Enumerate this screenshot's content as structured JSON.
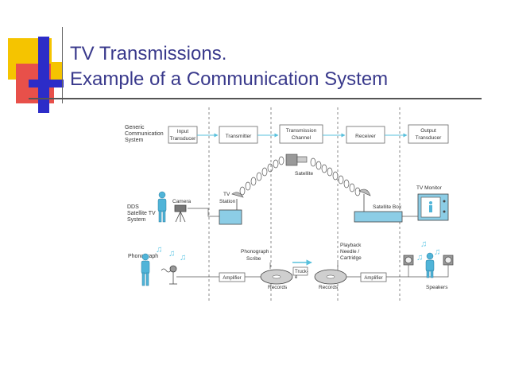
{
  "slide": {
    "title_line1": "TV Transmissions.",
    "title_line2": "Example of a Communication System"
  },
  "colors": {
    "title": "#3a3a8c",
    "deco_yellow": "#f5c400",
    "deco_red": "#e8504a",
    "deco_blue": "#2c2cc8",
    "rule": "#555555",
    "flow_arrow": "#58c0dc",
    "equipment_fill": "#8ccde6",
    "person_fill": "#50b4d8",
    "note_fill": "#64c8e6",
    "record_fill": "#cfcfcf"
  },
  "diagram": {
    "row1": {
      "label": [
        "Generic",
        "Communication",
        "System"
      ],
      "boxes": [
        [
          "Input",
          "Transducer"
        ],
        [
          "Transmitter"
        ],
        [
          "Transmission",
          "Channel"
        ],
        [
          "Receiver"
        ],
        [
          "Output",
          "Transducer"
        ]
      ]
    },
    "row2": {
      "label": [
        "DDS",
        "Satellite TV",
        "System"
      ],
      "satellite": "Satellite",
      "camera": "Camera",
      "tv_station": [
        "TV",
        "Station"
      ],
      "satellite_box": "Satellite Box",
      "tv_monitor": "TV Monitor"
    },
    "row3": {
      "label": "Phonograph",
      "phonograph_scribe": [
        "Phonograph",
        "Scribe"
      ],
      "playback": [
        "Playback",
        "Needle /",
        "Cartridge"
      ],
      "amplifier_left": "Amplifier",
      "amplifier_right": "Amplifier",
      "records_left": "Records",
      "records_right": "Records",
      "truck": [
        "Truck-",
        "e"
      ],
      "speakers": "Speakers"
    }
  }
}
